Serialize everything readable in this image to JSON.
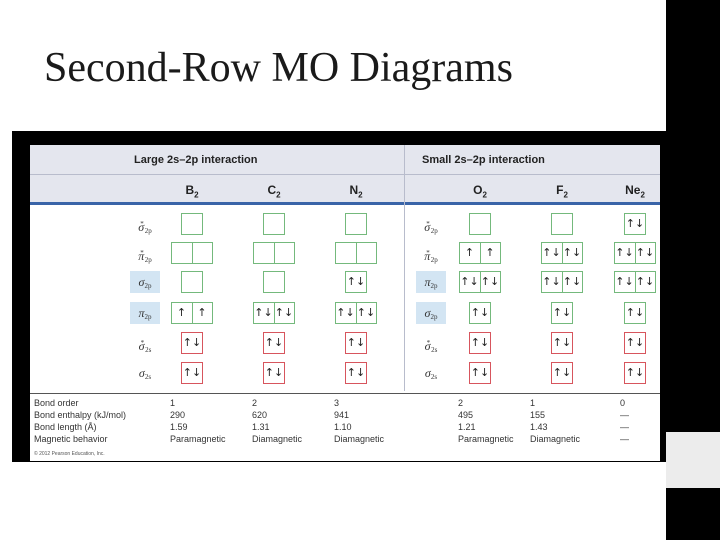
{
  "slide": {
    "title": "Second-Row MO Diagrams"
  },
  "table": {
    "large_header": "Large 2s–2p interaction",
    "small_header": "Small 2s–2p interaction",
    "molecules": [
      {
        "symbol": "B",
        "subscript": "2"
      },
      {
        "symbol": "C",
        "subscript": "2"
      },
      {
        "symbol": "N",
        "subscript": "2"
      },
      {
        "symbol": "O",
        "subscript": "2"
      },
      {
        "symbol": "F",
        "subscript": "2"
      },
      {
        "symbol": "Ne",
        "subscript": "2"
      }
    ],
    "orbital_labels_left": [
      {
        "greek": "σ",
        "star": "*",
        "sub": "2p",
        "highlight": false
      },
      {
        "greek": "π",
        "star": "*",
        "sub": "2p",
        "highlight": false
      },
      {
        "greek": "σ",
        "star": "",
        "sub": "2p",
        "highlight": true
      },
      {
        "greek": "π",
        "star": "",
        "sub": "2p",
        "highlight": true
      },
      {
        "greek": "σ",
        "star": "*",
        "sub": "2s",
        "highlight": false
      },
      {
        "greek": "σ",
        "star": "",
        "sub": "2s",
        "highlight": false
      }
    ],
    "orbital_labels_right": [
      {
        "greek": "σ",
        "star": "*",
        "sub": "2p",
        "highlight": false
      },
      {
        "greek": "π",
        "star": "*",
        "sub": "2p",
        "highlight": false
      },
      {
        "greek": "π",
        "star": "",
        "sub": "2p",
        "highlight": true
      },
      {
        "greek": "σ",
        "star": "",
        "sub": "2p",
        "highlight": true
      },
      {
        "greek": "σ",
        "star": "*",
        "sub": "2s",
        "highlight": false
      },
      {
        "greek": "σ",
        "star": "",
        "sub": "2s",
        "highlight": false
      }
    ],
    "occupancy": [
      [
        [
          ""
        ],
        [
          "",
          ""
        ],
        [
          ""
        ],
        [
          "↑",
          "↑"
        ],
        [
          "↑↓"
        ],
        [
          "↑↓"
        ]
      ],
      [
        [
          ""
        ],
        [
          "",
          ""
        ],
        [
          ""
        ],
        [
          "↑↓",
          "↑↓"
        ],
        [
          "↑↓"
        ],
        [
          "↑↓"
        ]
      ],
      [
        [
          ""
        ],
        [
          "",
          ""
        ],
        [
          "↑↓"
        ],
        [
          "↑↓",
          "↑↓"
        ],
        [
          "↑↓"
        ],
        [
          "↑↓"
        ]
      ],
      [
        [
          ""
        ],
        [
          "↑",
          "↑"
        ],
        [
          "↑↓",
          "↑↓"
        ],
        [
          "↑↓"
        ],
        [
          "↑↓"
        ],
        [
          "↑↓"
        ]
      ],
      [
        [
          ""
        ],
        [
          "↑↓",
          "↑↓"
        ],
        [
          "↑↓",
          "↑↓"
        ],
        [
          "↑↓"
        ],
        [
          "↑↓"
        ],
        [
          "↑↓"
        ]
      ],
      [
        [
          "↑↓"
        ],
        [
          "↑↓",
          "↑↓"
        ],
        [
          "↑↓",
          "↑↓"
        ],
        [
          "↑↓"
        ],
        [
          "↑↓"
        ],
        [
          "↑↓"
        ]
      ]
    ],
    "properties": [
      {
        "label": "Bond order",
        "values": [
          "1",
          "2",
          "3",
          "2",
          "1",
          "0"
        ]
      },
      {
        "label": "Bond enthalpy (kJ/mol)",
        "values": [
          "290",
          "620",
          "941",
          "495",
          "155",
          "—"
        ]
      },
      {
        "label": "Bond length (Å)",
        "values": [
          "1.59",
          "1.31",
          "1.10",
          "1.21",
          "1.43",
          "—"
        ]
      },
      {
        "label": "Magnetic behavior",
        "values": [
          "Paramagnetic",
          "Diamagnetic",
          "Diamagnetic",
          "Paramagnetic",
          "Diamagnetic",
          "—"
        ]
      }
    ],
    "copyright": "© 2012 Pearson Education, Inc."
  }
}
